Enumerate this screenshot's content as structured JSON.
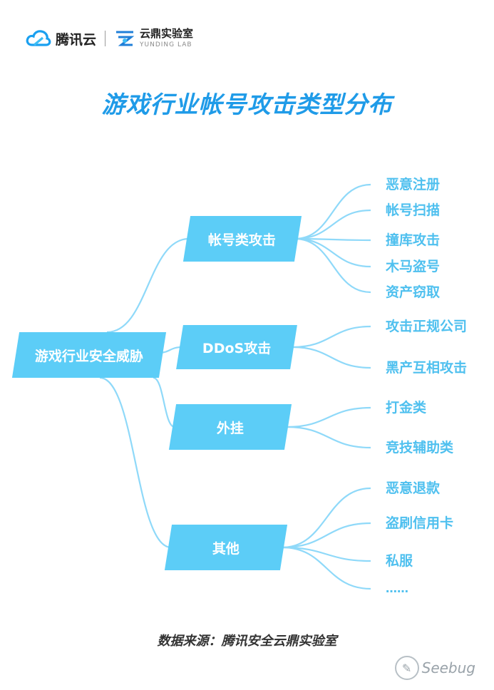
{
  "header": {
    "brand": "腾讯云",
    "lab_cn": "云鼎实验室",
    "lab_en": "YUNDING LAB"
  },
  "title": "游戏行业帐号攻击类型分布",
  "root": "游戏行业安全威胁",
  "categories": [
    {
      "label": "帐号类攻击",
      "leaves": [
        "恶意注册",
        "帐号扫描",
        "撞库攻击",
        "木马盗号",
        "资产窃取"
      ]
    },
    {
      "label": "DDoS攻击",
      "leaves": [
        "攻击正规公司",
        "黑产互相攻击"
      ]
    },
    {
      "label": "外挂",
      "leaves": [
        "打金类",
        "竞技辅助类"
      ]
    },
    {
      "label": "其他",
      "leaves": [
        "恶意退款",
        "盗刷信用卡",
        "私服",
        "……"
      ]
    }
  ],
  "footer": "数据来源：腾讯安全云鼎实验室",
  "watermark": "Seebug",
  "colors": {
    "title": "#1f9be8",
    "node_fill": "#5ccdf7",
    "leaf_text": "#4fc0ef",
    "link": "#8fd9f9"
  }
}
